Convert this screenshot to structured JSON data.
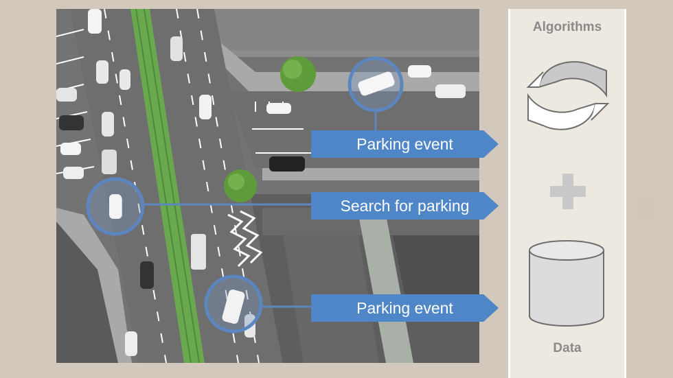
{
  "labels": {
    "parking_event_top": "Parking event",
    "search_for_parking": "Search for parking",
    "parking_event_bottom": "Parking event"
  },
  "panel": {
    "algorithms_title": "Algorithms",
    "data_title": "Data"
  },
  "icons": {
    "cycle": "recycle-arrows-icon",
    "plus": "plus-icon",
    "database": "database-cylinder-icon"
  },
  "colors": {
    "background": "#d2c9bc",
    "label_blue": "#4e86c8",
    "ring_blue": "#5b86c0",
    "road": "#6e6e6e",
    "median_green": "#6aa84f",
    "panel": "#ede9e0"
  }
}
